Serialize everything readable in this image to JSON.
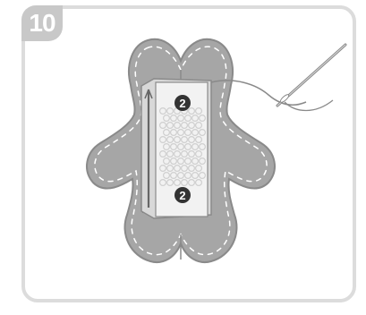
{
  "step": {
    "number": "10"
  },
  "illustration": {
    "subject": "felt-bunny-sewing",
    "markers": [
      {
        "label": "2"
      },
      {
        "label": "2"
      }
    ]
  },
  "colors": {
    "felt_fill": "#a6a6a6",
    "felt_edge": "#8a8a8a",
    "stitch": "#ffffff",
    "strip_fill": "#f2f2f2",
    "strip_dots": "#cfcfcf",
    "marker_fill": "#333333",
    "frame_border": "#dcdcdc",
    "badge_fill": "#c8c8c8"
  }
}
